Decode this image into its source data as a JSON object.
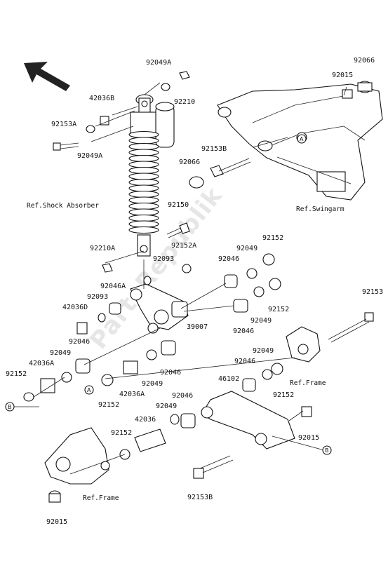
{
  "watermark": "PartsRepublik",
  "labels": {
    "l92049A_top": "92049A",
    "l42036B": "42036B",
    "l92210": "92210",
    "l92153A": "92153A",
    "l92049A_left": "92049A",
    "l92066_top": "92066",
    "l92015_top": "92015",
    "l92153B_top": "92153B",
    "l92066_mid": "92066",
    "l92150": "92150",
    "l92152A": "92152A",
    "l92210A": "92210A",
    "l92093_a": "92093",
    "l92152_a": "92152",
    "l92049_a": "92049",
    "l92046_a": "92046",
    "l92046A": "92046A",
    "l92093_b": "92093",
    "l42036D": "42036D",
    "l39007": "39007",
    "l92046_b": "92046",
    "l92049_b": "92049",
    "l92152_b": "92152",
    "l92153": "92153",
    "l92046_c": "92046",
    "l92049_c": "92049",
    "l42036A_left": "42036A",
    "l92152_c": "92152",
    "l92049_d": "92049",
    "l92046_d": "92046",
    "l42036A_mid": "42036A",
    "l92152_d": "92152",
    "l92049_e": "92049",
    "l92046_e": "92046",
    "l92152_e": "92152",
    "l46102": "46102",
    "l92049_f": "92049",
    "l92046_f": "92046",
    "l42036": "42036",
    "l92049_g": "92049",
    "l92046_g": "92046",
    "l92152_f": "92152",
    "l92015_right": "92015",
    "l92153B_bot": "92153B",
    "l92015_bot": "92015"
  },
  "refs": {
    "shock": "Ref.Shock Absorber",
    "swingarm": "Ref.Swingarm",
    "frame_right": "Ref.Frame",
    "frame_bottom": "Ref.Frame"
  },
  "markers": {
    "A": "A",
    "B": "B"
  }
}
